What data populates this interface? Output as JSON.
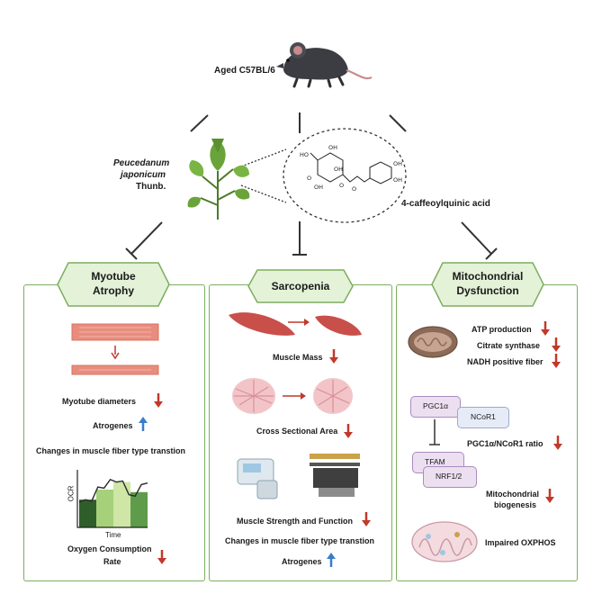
{
  "top": {
    "mouse_label": "Aged C57BL/6",
    "plant_label_italic_1": "Peucedanum",
    "plant_label_italic_2": "japonicum",
    "plant_label_plain": "Thunb.",
    "compound_label": "4-caffeoylquinic acid",
    "molecule_atoms": [
      "HO",
      "OH",
      "OH",
      "OH",
      "OH",
      "OH",
      "O",
      "O",
      "O"
    ]
  },
  "panels": {
    "myotube": {
      "title_line1": "Myotube",
      "title_line2": "Atrophy",
      "diameters": "Myotube diameters",
      "atrogenes": "Atrogenes",
      "fiber_change": "Changes in muscle fiber type transtion",
      "ocr_axis": "OCR",
      "time_axis": "Time",
      "oxygen_line1": "Oxygen Consumption",
      "oxygen_line2": "Rate",
      "ocr_bars": [
        0.55,
        0.75,
        0.9,
        0.7
      ],
      "ocr_trace": [
        0.5,
        0.55,
        0.52,
        0.8,
        0.78,
        0.95,
        0.9,
        0.92,
        0.65,
        0.62,
        0.85,
        0.88
      ]
    },
    "sarcopenia": {
      "title": "Sarcopenia",
      "muscle_mass": "Muscle Mass",
      "cross_section": "Cross Sectional Area",
      "strength": "Muscle Strength and Function",
      "fiber_change": "Changes in muscle fiber type transtion",
      "atrogenes": "Atrogenes"
    },
    "mito": {
      "title_line1": "Mitochondrial",
      "title_line2": "Dysfunction",
      "atp": "ATP production",
      "citrate": "Citrate synthase",
      "nadh": "NADH positive fiber",
      "pgc1a": "PGC1α",
      "ncor1": "NCoR1",
      "ratio": "PGC1α/NCoR1 ratio",
      "tfam": "TFAM",
      "nrf": "NRF1/2",
      "biogenesis_line1": "Mitochondrial",
      "biogenesis_line2": "biogenesis",
      "oxphos": "Impaired OXPHOS"
    }
  },
  "colors": {
    "panel_border": "#7cae5e",
    "hex_fill": "#e4f2d8",
    "down_arrow": "#c0392b",
    "up_arrow": "#3a7dc9",
    "box_fill": "#ecdff0",
    "box_border": "#a88bc0"
  }
}
